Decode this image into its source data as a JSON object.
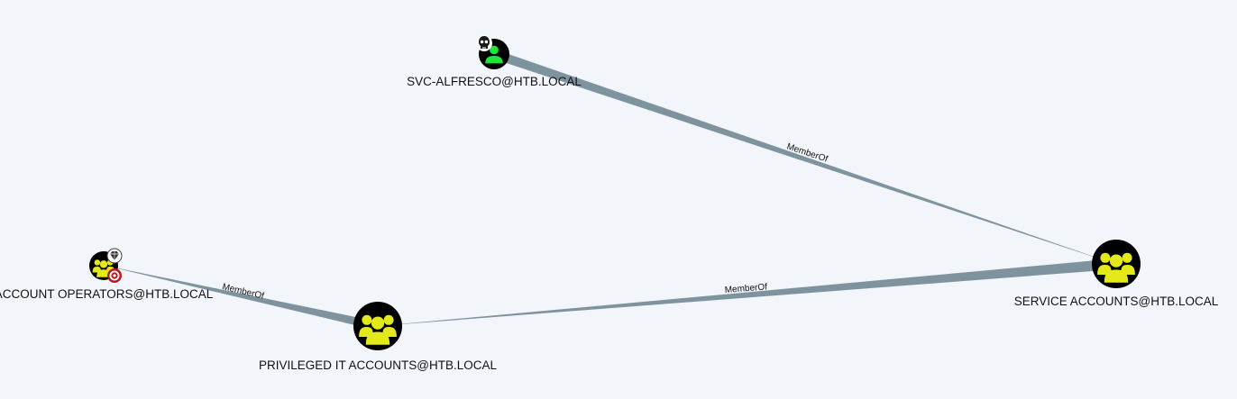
{
  "colors": {
    "background": "#f2f5f9",
    "edge": "#7f939e",
    "node_background": "#000000",
    "group_icon": "#e4ea1a",
    "user_icon": "#22e33a",
    "target_badge": "#c0141e"
  },
  "nodes": {
    "svc_alfresco": {
      "label": "SVC-ALFRESCO@HTB.LOCAL",
      "type": "User",
      "icon": "user-icon",
      "badge": "skull-icon"
    },
    "service_accounts": {
      "label": "SERVICE ACCOUNTS@HTB.LOCAL",
      "type": "Group",
      "icon": "group-icon"
    },
    "privileged_it_accounts": {
      "label": "PRIVILEGED IT ACCOUNTS@HTB.LOCAL",
      "type": "Group",
      "icon": "group-icon"
    },
    "account_operators": {
      "label": "ACCOUNT OPERATORS@HTB.LOCAL",
      "type": "Group",
      "icon": "group-icon",
      "badges": [
        "gem-icon",
        "target-icon"
      ]
    }
  },
  "edges": {
    "svc_to_service": {
      "from": "SVC-ALFRESCO@HTB.LOCAL",
      "to": "SERVICE ACCOUNTS@HTB.LOCAL",
      "label": "MemberOf"
    },
    "service_to_privileged": {
      "from": "SERVICE ACCOUNTS@HTB.LOCAL",
      "to": "PRIVILEGED IT ACCOUNTS@HTB.LOCAL",
      "label": "MemberOf"
    },
    "privileged_to_operators": {
      "from": "PRIVILEGED IT ACCOUNTS@HTB.LOCAL",
      "to": "ACCOUNT OPERATORS@HTB.LOCAL",
      "label": "MemberOf"
    }
  }
}
